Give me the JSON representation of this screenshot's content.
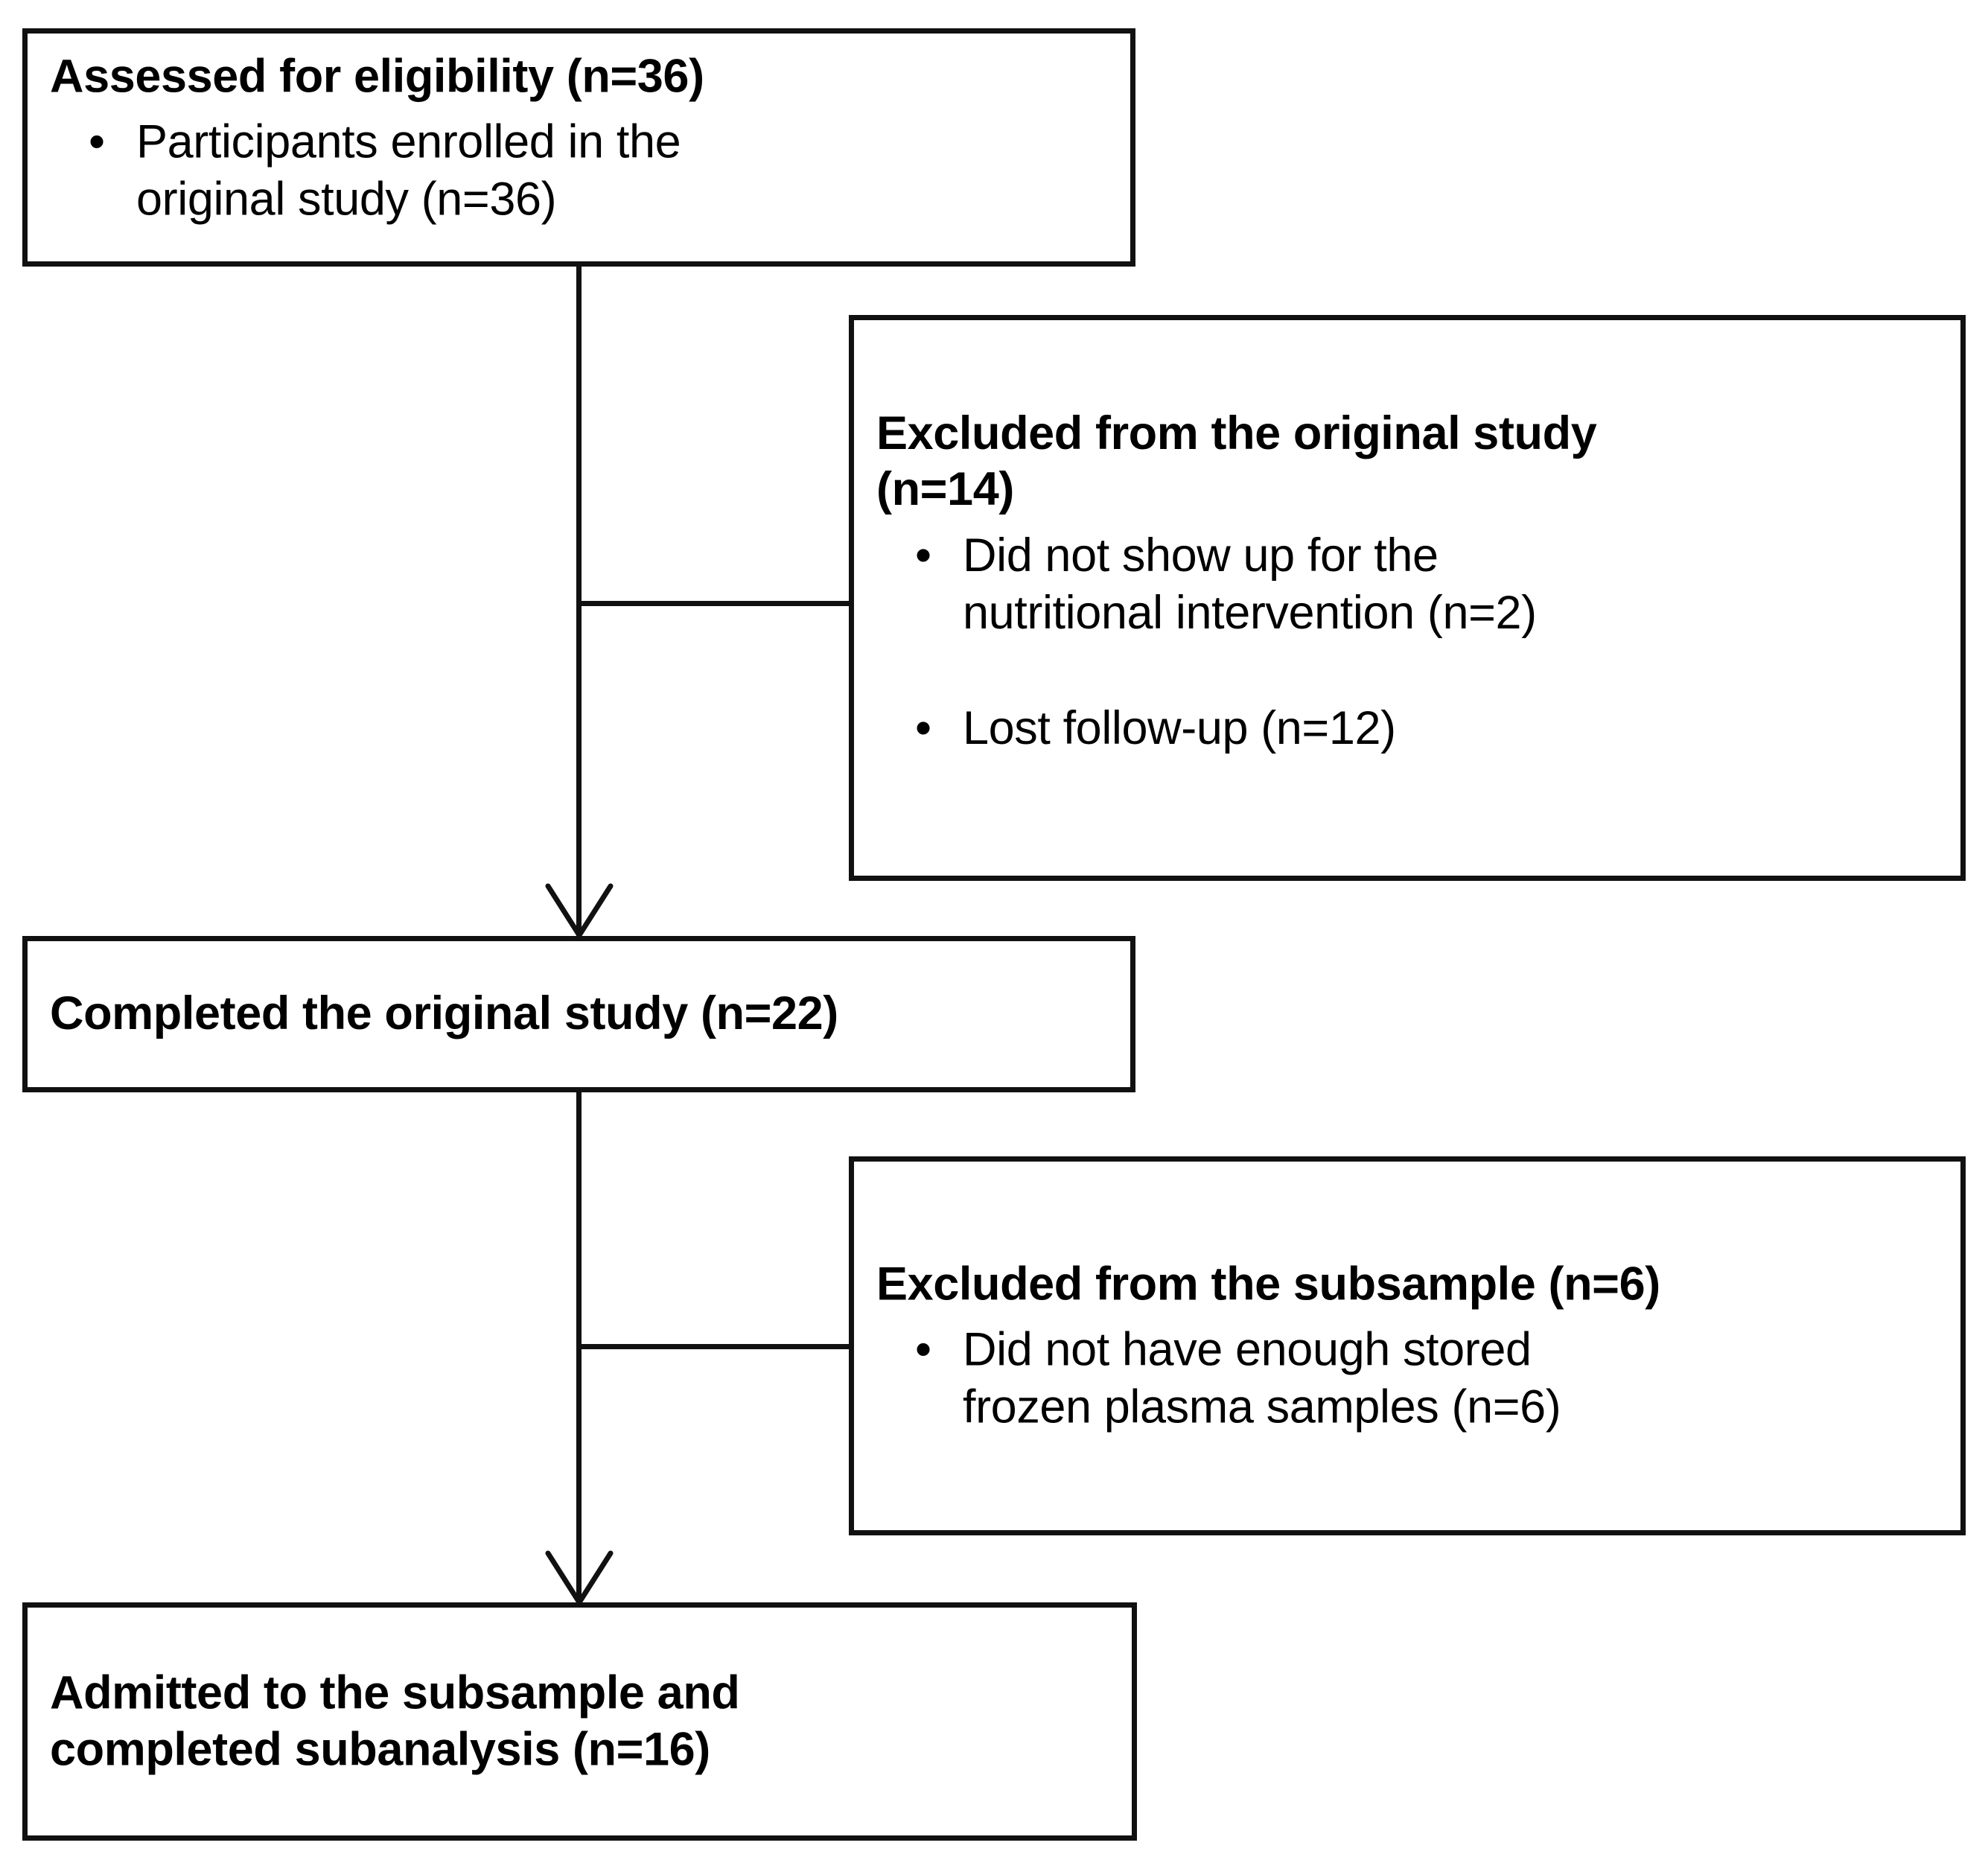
{
  "figure": {
    "type": "flow-diagram",
    "kind": "CONSORT participant flow chart",
    "colors": {
      "stroke": "#111111",
      "fill": "#ffffff",
      "text": "#000000"
    }
  },
  "nodes": {
    "assessed": {
      "title": "Assessed for eligibility (n=36)",
      "bullets": [
        "Participants enrolled in the\noriginal study (n=36)"
      ]
    },
    "excluded_original": {
      "title": "Excluded  from the original study\n(n=14)",
      "bullets": [
        "Did not show up for the\nnutritional intervention (n=2)",
        "Lost follow-up (n=12)"
      ]
    },
    "completed": {
      "title": "Completed the original study (n=22)",
      "bullets": []
    },
    "excluded_subsample": {
      "title": "Excluded  from the subsample (n=6)",
      "bullets": [
        "Did not have enough stored\nfrozen plasma samples (n=6)"
      ]
    },
    "admitted": {
      "title": "Admitted to the subsample and\ncompleted subanalysis (n=16)",
      "bullets": []
    }
  },
  "glyphs": {
    "bullet": "•"
  },
  "connectors": [
    {
      "name": "assessed-to-completed",
      "from": "assessed",
      "to": "completed",
      "style": "arrow-down"
    },
    {
      "name": "assessed-to-excluded-original",
      "from": "assessed",
      "to": "excluded_original",
      "style": "tee-right"
    },
    {
      "name": "completed-to-admitted",
      "from": "completed",
      "to": "admitted",
      "style": "arrow-down"
    },
    {
      "name": "completed-to-excluded-subsample",
      "from": "completed",
      "to": "excluded_subsample",
      "style": "tee-right"
    }
  ]
}
